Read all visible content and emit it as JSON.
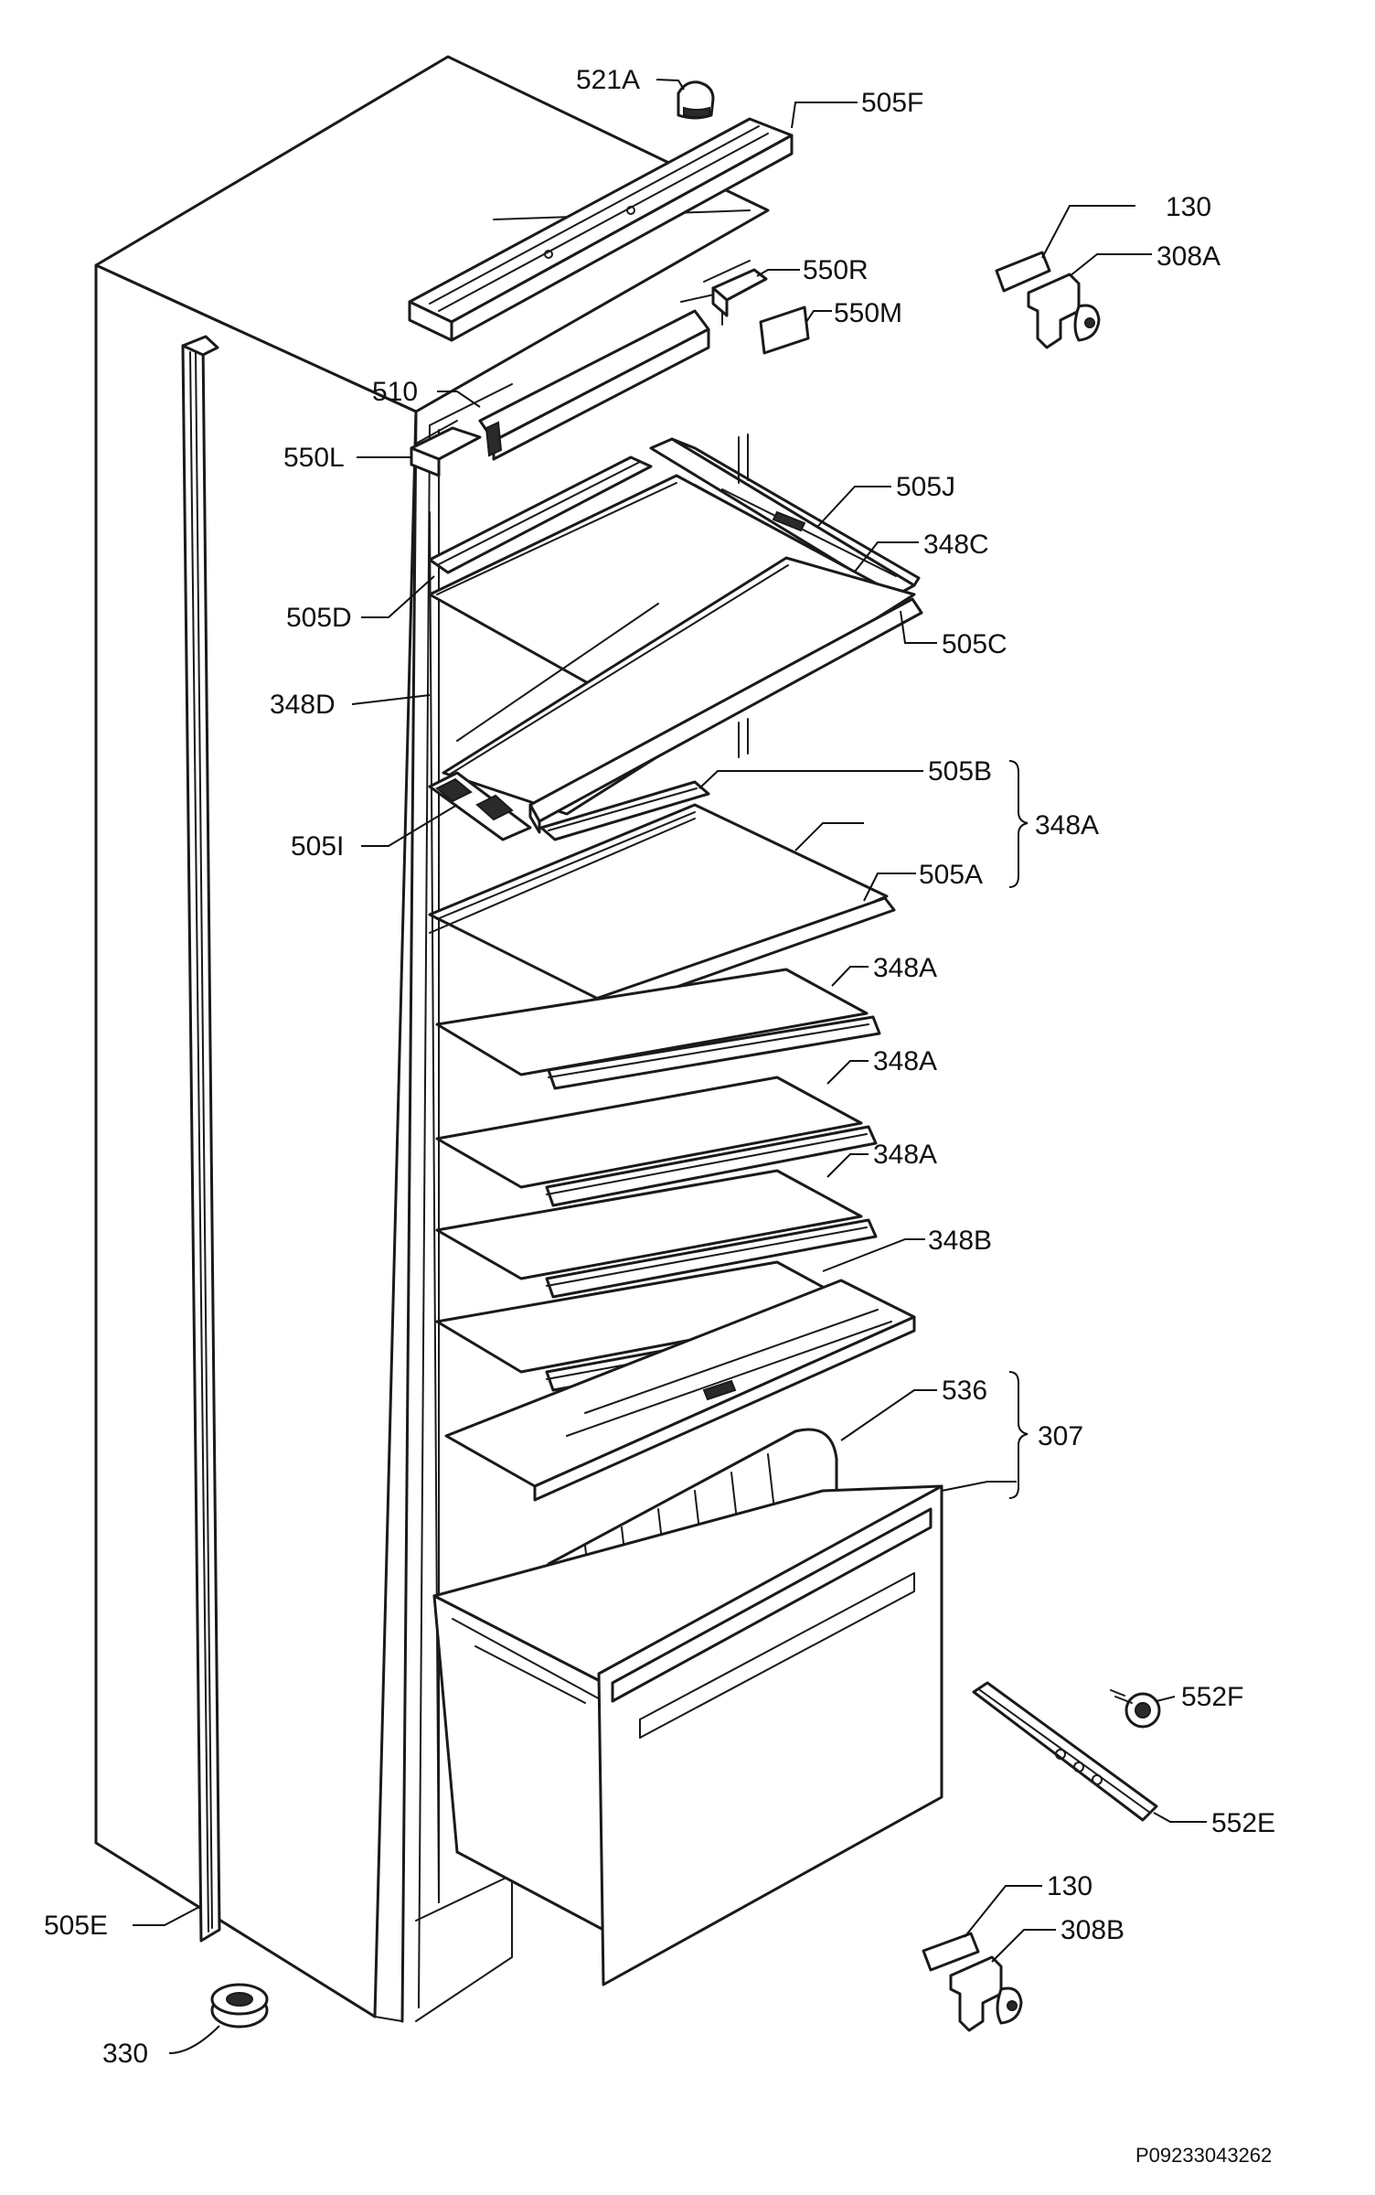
{
  "diagram": {
    "labels": {
      "l521A": "521A",
      "l505F": "505F",
      "l130a": "130",
      "l308A": "308A",
      "l550R": "550R",
      "l550M": "550M",
      "l510": "510",
      "l550L": "550L",
      "l505J": "505J",
      "l348C": "348C",
      "l505D": "505D",
      "l505C": "505C",
      "l348D": "348D",
      "l505B": "505B",
      "l348A_group": "348A",
      "l505I": "505I",
      "l505A": "505A",
      "l348A_1": "348A",
      "l348A_2": "348A",
      "l348A_3": "348A",
      "l348B": "348B",
      "l536": "536",
      "l307": "307",
      "l552F": "552F",
      "l552E": "552E",
      "l505E": "505E",
      "l130b": "130",
      "l308B": "308B",
      "l330": "330"
    },
    "drawing_code": "P09233043262"
  }
}
